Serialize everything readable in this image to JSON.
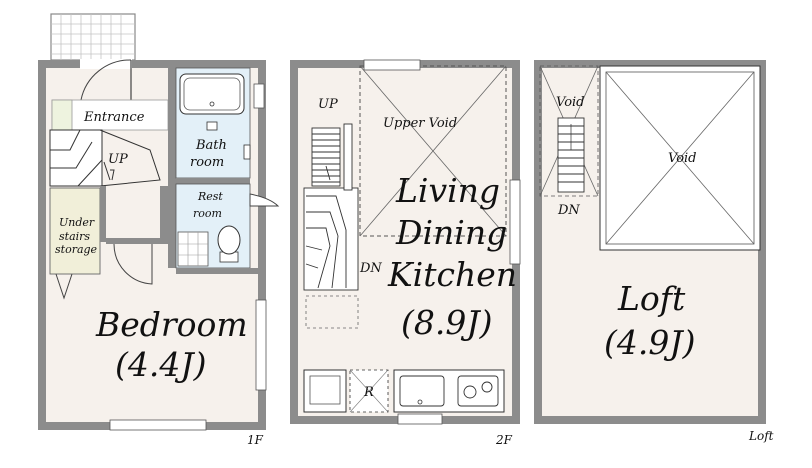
{
  "floors": {
    "f1": {
      "label": "1F",
      "rooms": {
        "entrance": "Entrance",
        "bath_line1": "Bath",
        "bath_line2": "room",
        "rest_line1": "Rest",
        "rest_line2": "room",
        "under_line1": "Under",
        "under_line2": "stairs",
        "under_line3": "storage",
        "stair": "UP",
        "bedroom": "Bedroom",
        "bedroom_size": "(4.4J)"
      }
    },
    "f2": {
      "label": "2F",
      "rooms": {
        "stair_up": "UP",
        "stair_dn": "DN",
        "upper_void": "Upper Void",
        "ldk_line1": "Living",
        "ldk_line2": "Dining",
        "ldk_line3": "Kitchen",
        "ldk_size": "(8.9J)",
        "fridge": "R"
      }
    },
    "loft": {
      "label": "Loft",
      "rooms": {
        "void_small": "Void",
        "void_big": "Void",
        "stair_dn": "DN",
        "loft": "Loft",
        "loft_size": "(4.9J)"
      }
    }
  },
  "colors": {
    "wall": "#8c8c8c",
    "floor": "#f6f1ec",
    "bath": "#e3f0f8",
    "tile": "#ffffff",
    "grid_line": "#b9b9b9",
    "line": "#333333"
  }
}
